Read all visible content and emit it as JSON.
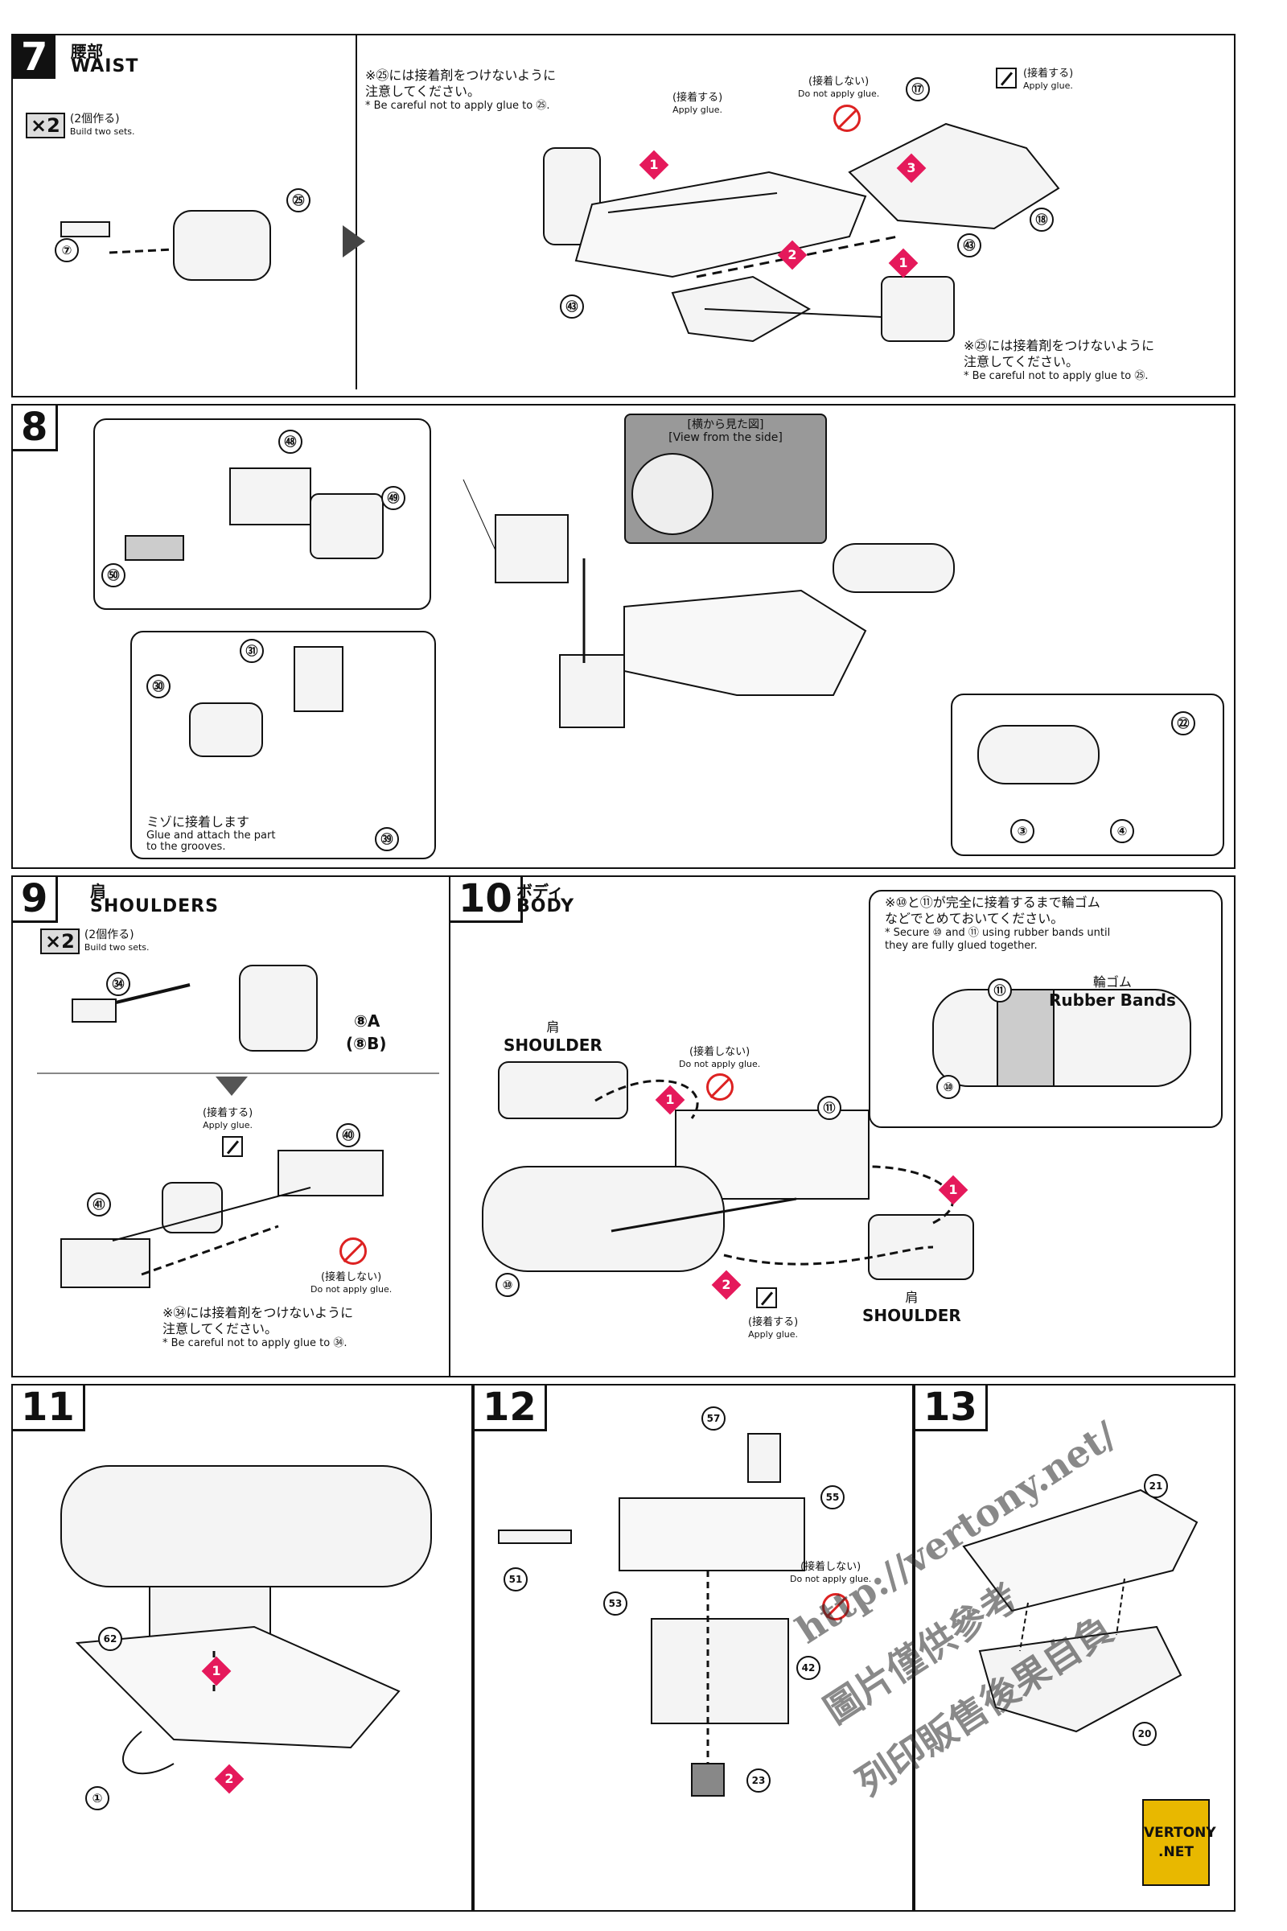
{
  "steps": {
    "s7": {
      "number": "7",
      "title_jp": "腰部",
      "title_en": "WAIST",
      "multiplier": "×2",
      "build_jp": "(2個作る)",
      "build_en": "Build two sets.",
      "note_top_jp_1": "※㉕には接着剤をつけないように",
      "note_top_jp_2": "注意してください。",
      "note_top_en": "* Be careful not to apply glue to ㉕.",
      "note_bottom_jp_1": "※㉕には接着剤をつけないように",
      "note_bottom_jp_2": "注意してください。",
      "note_bottom_en": "* Be careful not to apply glue to ㉕.",
      "glue_jp": "(接着する)",
      "glue_en": "Apply glue.",
      "noglue_jp": "(接着しない)",
      "noglue_en": "Do not apply glue.",
      "apply_jp": "(接着する)",
      "apply_en": "Apply glue.",
      "parts": [
        "㉕",
        "⑦",
        "⑰",
        "⑱",
        "㊸",
        "㊸"
      ],
      "markers": [
        "1",
        "1",
        "2",
        "3"
      ]
    },
    "s8": {
      "number": "8",
      "side_jp": "[横から見た図]",
      "side_en": "[View from the side]",
      "groove_jp": "ミゾに接着します",
      "groove_en_1": "Glue and attach the part",
      "groove_en_2": "to the grooves.",
      "parts": [
        "㊽",
        "㊾",
        "㊿",
        "㉛",
        "㉚",
        "㊴",
        "㉒",
        "③",
        "④"
      ]
    },
    "s9": {
      "number": "9",
      "title_jp": "肩",
      "title_en": "SHOULDERS",
      "multiplier": "×2",
      "build_jp": "(2個作る)",
      "build_en": "Build two sets.",
      "part_a": "⑧A",
      "part_b": "(⑧B)",
      "glue_jp": "(接着する)",
      "glue_en": "Apply glue.",
      "noglue_jp": "(接着しない)",
      "noglue_en": "Do not apply glue.",
      "note_jp_1": "※㉞には接着剤をつけないように",
      "note_jp_2": "注意してください。",
      "note_en": "* Be careful not to apply glue to ㉞.",
      "parts": [
        "㉞",
        "㊵",
        "㊶"
      ]
    },
    "s10": {
      "number": "10",
      "title_jp": "ボディ",
      "title_en": "BODY",
      "note_jp_1": "※⑩と⑪が完全に接着するまで輪ゴム",
      "note_jp_2": "などでとめておいてください。",
      "note_en_1": "* Secure ⑩ and ⑪ using rubber bands until",
      "note_en_2": "they are fully glued together.",
      "rubber_jp": "輪ゴム",
      "rubber_en": "Rubber Bands",
      "shoulder_jp": "肩",
      "shoulder_en": "SHOULDER",
      "noglue_jp": "(接着しない)",
      "noglue_en": "Do not apply glue.",
      "glue_jp": "(接着する)",
      "glue_en": "Apply glue.",
      "parts": [
        "⑪",
        "⑩",
        "⑪",
        "⑩"
      ],
      "markers": [
        "1",
        "1",
        "2"
      ]
    },
    "s11": {
      "number": "11",
      "parts": [
        "62",
        "①"
      ],
      "markers": [
        "1",
        "2"
      ]
    },
    "s12": {
      "number": "12",
      "noglue_jp": "(接着しない)",
      "noglue_en": "Do not apply glue.",
      "parts": [
        "57",
        "55",
        "51",
        "53",
        "42",
        "23"
      ]
    },
    "s13": {
      "number": "13",
      "parts": [
        "21",
        "20"
      ]
    }
  },
  "watermark": {
    "line1": "http://vertony.net/",
    "line2": "圖片僅供參考",
    "line3": "列印販售後果自負"
  },
  "logo": {
    "line1": "VERTONY",
    "line2": ".NET"
  },
  "colors": {
    "accent": "#e5195b",
    "ink": "#111111",
    "noglue": "#d22222",
    "sideview": "#999999"
  }
}
